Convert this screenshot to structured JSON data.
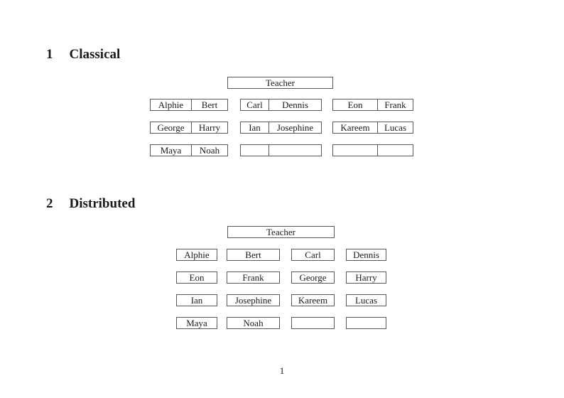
{
  "document": {
    "page_number": "1",
    "colors": {
      "background": "#ffffff",
      "text": "#1a1a1a",
      "box_border": "#595959"
    },
    "sections": {
      "classical": {
        "number": "1",
        "title": "Classical",
        "teacher": "Teacher",
        "rows": [
          [
            [
              "Alphie",
              "Bert"
            ],
            [
              "Carl",
              "Dennis"
            ],
            [
              "Eon",
              "Frank"
            ]
          ],
          [
            [
              "George",
              "Harry"
            ],
            [
              "Ian",
              "Josephine"
            ],
            [
              "Kareem",
              "Lucas"
            ]
          ],
          [
            [
              "Maya",
              "Noah"
            ],
            [
              "",
              ""
            ],
            [
              "",
              ""
            ]
          ]
        ]
      },
      "distributed": {
        "number": "2",
        "title": "Distributed",
        "teacher": "Teacher",
        "rows": [
          [
            "Alphie",
            "Bert",
            "Carl",
            "Dennis"
          ],
          [
            "Eon",
            "Frank",
            "George",
            "Harry"
          ],
          [
            "Ian",
            "Josephine",
            "Kareem",
            "Lucas"
          ],
          [
            "Maya",
            "Noah",
            "",
            ""
          ]
        ]
      }
    }
  }
}
